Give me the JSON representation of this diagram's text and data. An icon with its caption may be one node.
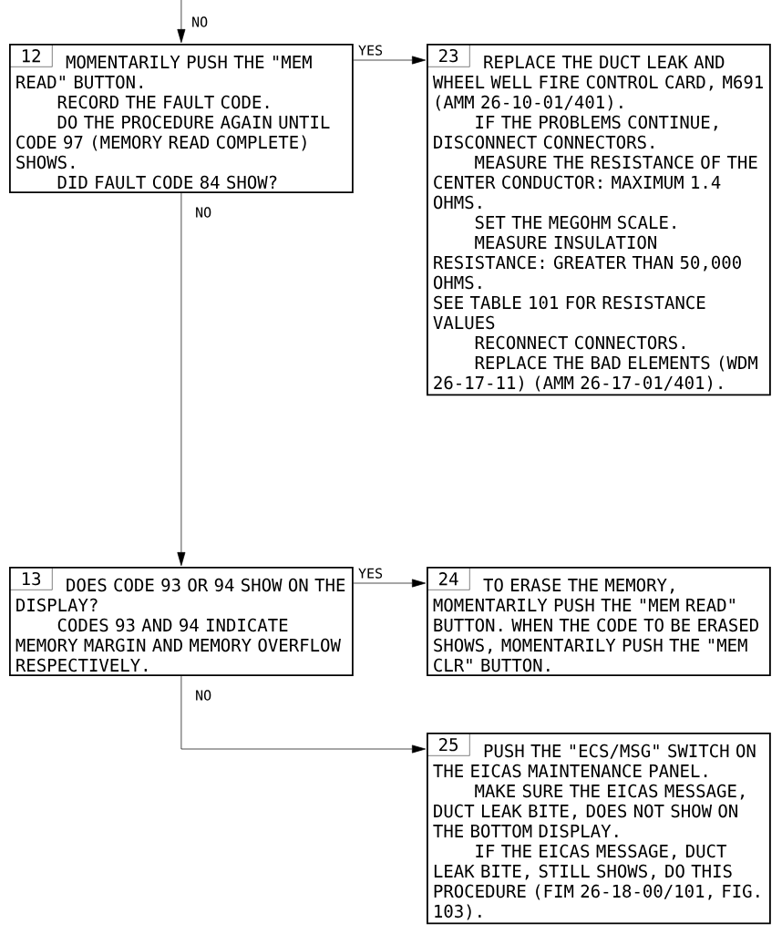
{
  "diagram": {
    "nodes": [
      {
        "text": [
          "12",
          "MOMENTARILY PUSH THE \"MEM READ\" BUTTON.",
          "RECORD THE FAULT CODE.",
          "DO THE PROCEDURE AGAIN UNTIL CODE 97 (MEMORY READ COMPLETE) SHOWS.",
          "DID FAULT CODE 84 SHOW?"
        ]
      },
      {
        "text": [
          "23",
          "REPLACE THE DUCT LEAK AND WHEEL WELL FIRE CONTROL CARD, M691 (AMM 26-10-01/401).",
          "IF THE PROBLEMS CONTINUE, DISCONNECT CONNECTORS.",
          "MEASURE THE RESISTANCE OF THE CENTER CONDUCTOR: MAXIMUM 1.4 OHMS.",
          "SET THE MEGOHM SCALE.",
          "MEASURE INSULATION RESISTANCE: GREATER THAN 50,000 OHMS.",
          "SEE TABLE 101 FOR RESISTANCE VALUES",
          "RECONNECT CONNECTORS.",
          "REPLACE THE BAD ELEMENTS (WDM 26-17-11) (AMM 26-17-01/401)."
        ]
      },
      {
        "text": [
          "13",
          "DOES CODE 93 OR 94 SHOW ON THE DISPLAY?",
          "CODES 93 AND 94 INDICATE MEMORY MARGIN AND MEMORY OVERFLOW RESPECTIVELY."
        ]
      },
      {
        "text": [
          "24",
          "TO ERASE THE MEMORY, MOMENTARILY PUSH THE \"MEM READ\" BUTTON.  WHEN THE CODE TO BE ERASED SHOWS, MOMENTARILY PUSH THE \"MEM CLR\" BUTTON."
        ]
      },
      {
        "text": [
          "25",
          "PUSH THE \"ECS/MSG\" SWITCH ON THE EICAS MAINTENANCE PANEL.",
          "MAKE SURE THE EICAS MESSAGE, DUCT LEAK BITE, DOES NOT SHOW ON THE BOTTOM DISPLAY.",
          "IF THE EICAS MESSAGE, DUCT LEAK BITE, STILL SHOWS, DO THIS PROCEDURE (FIM 26-18-00/101, FIG. 103)."
        ]
      }
    ],
    "edges": [
      {
        "from": null,
        "to": 0,
        "arrow": "to",
        "label": "NO"
      },
      {
        "from": 0,
        "to": 1,
        "arrow": "to",
        "label": "YES"
      },
      {
        "from": 0,
        "to": 2,
        "arrow": "to",
        "label": "NO"
      },
      {
        "from": 2,
        "to": 3,
        "arrow": "to",
        "label": "YES"
      },
      {
        "from": 2,
        "to": 4,
        "arrow": "to",
        "label": "NO"
      }
    ]
  }
}
